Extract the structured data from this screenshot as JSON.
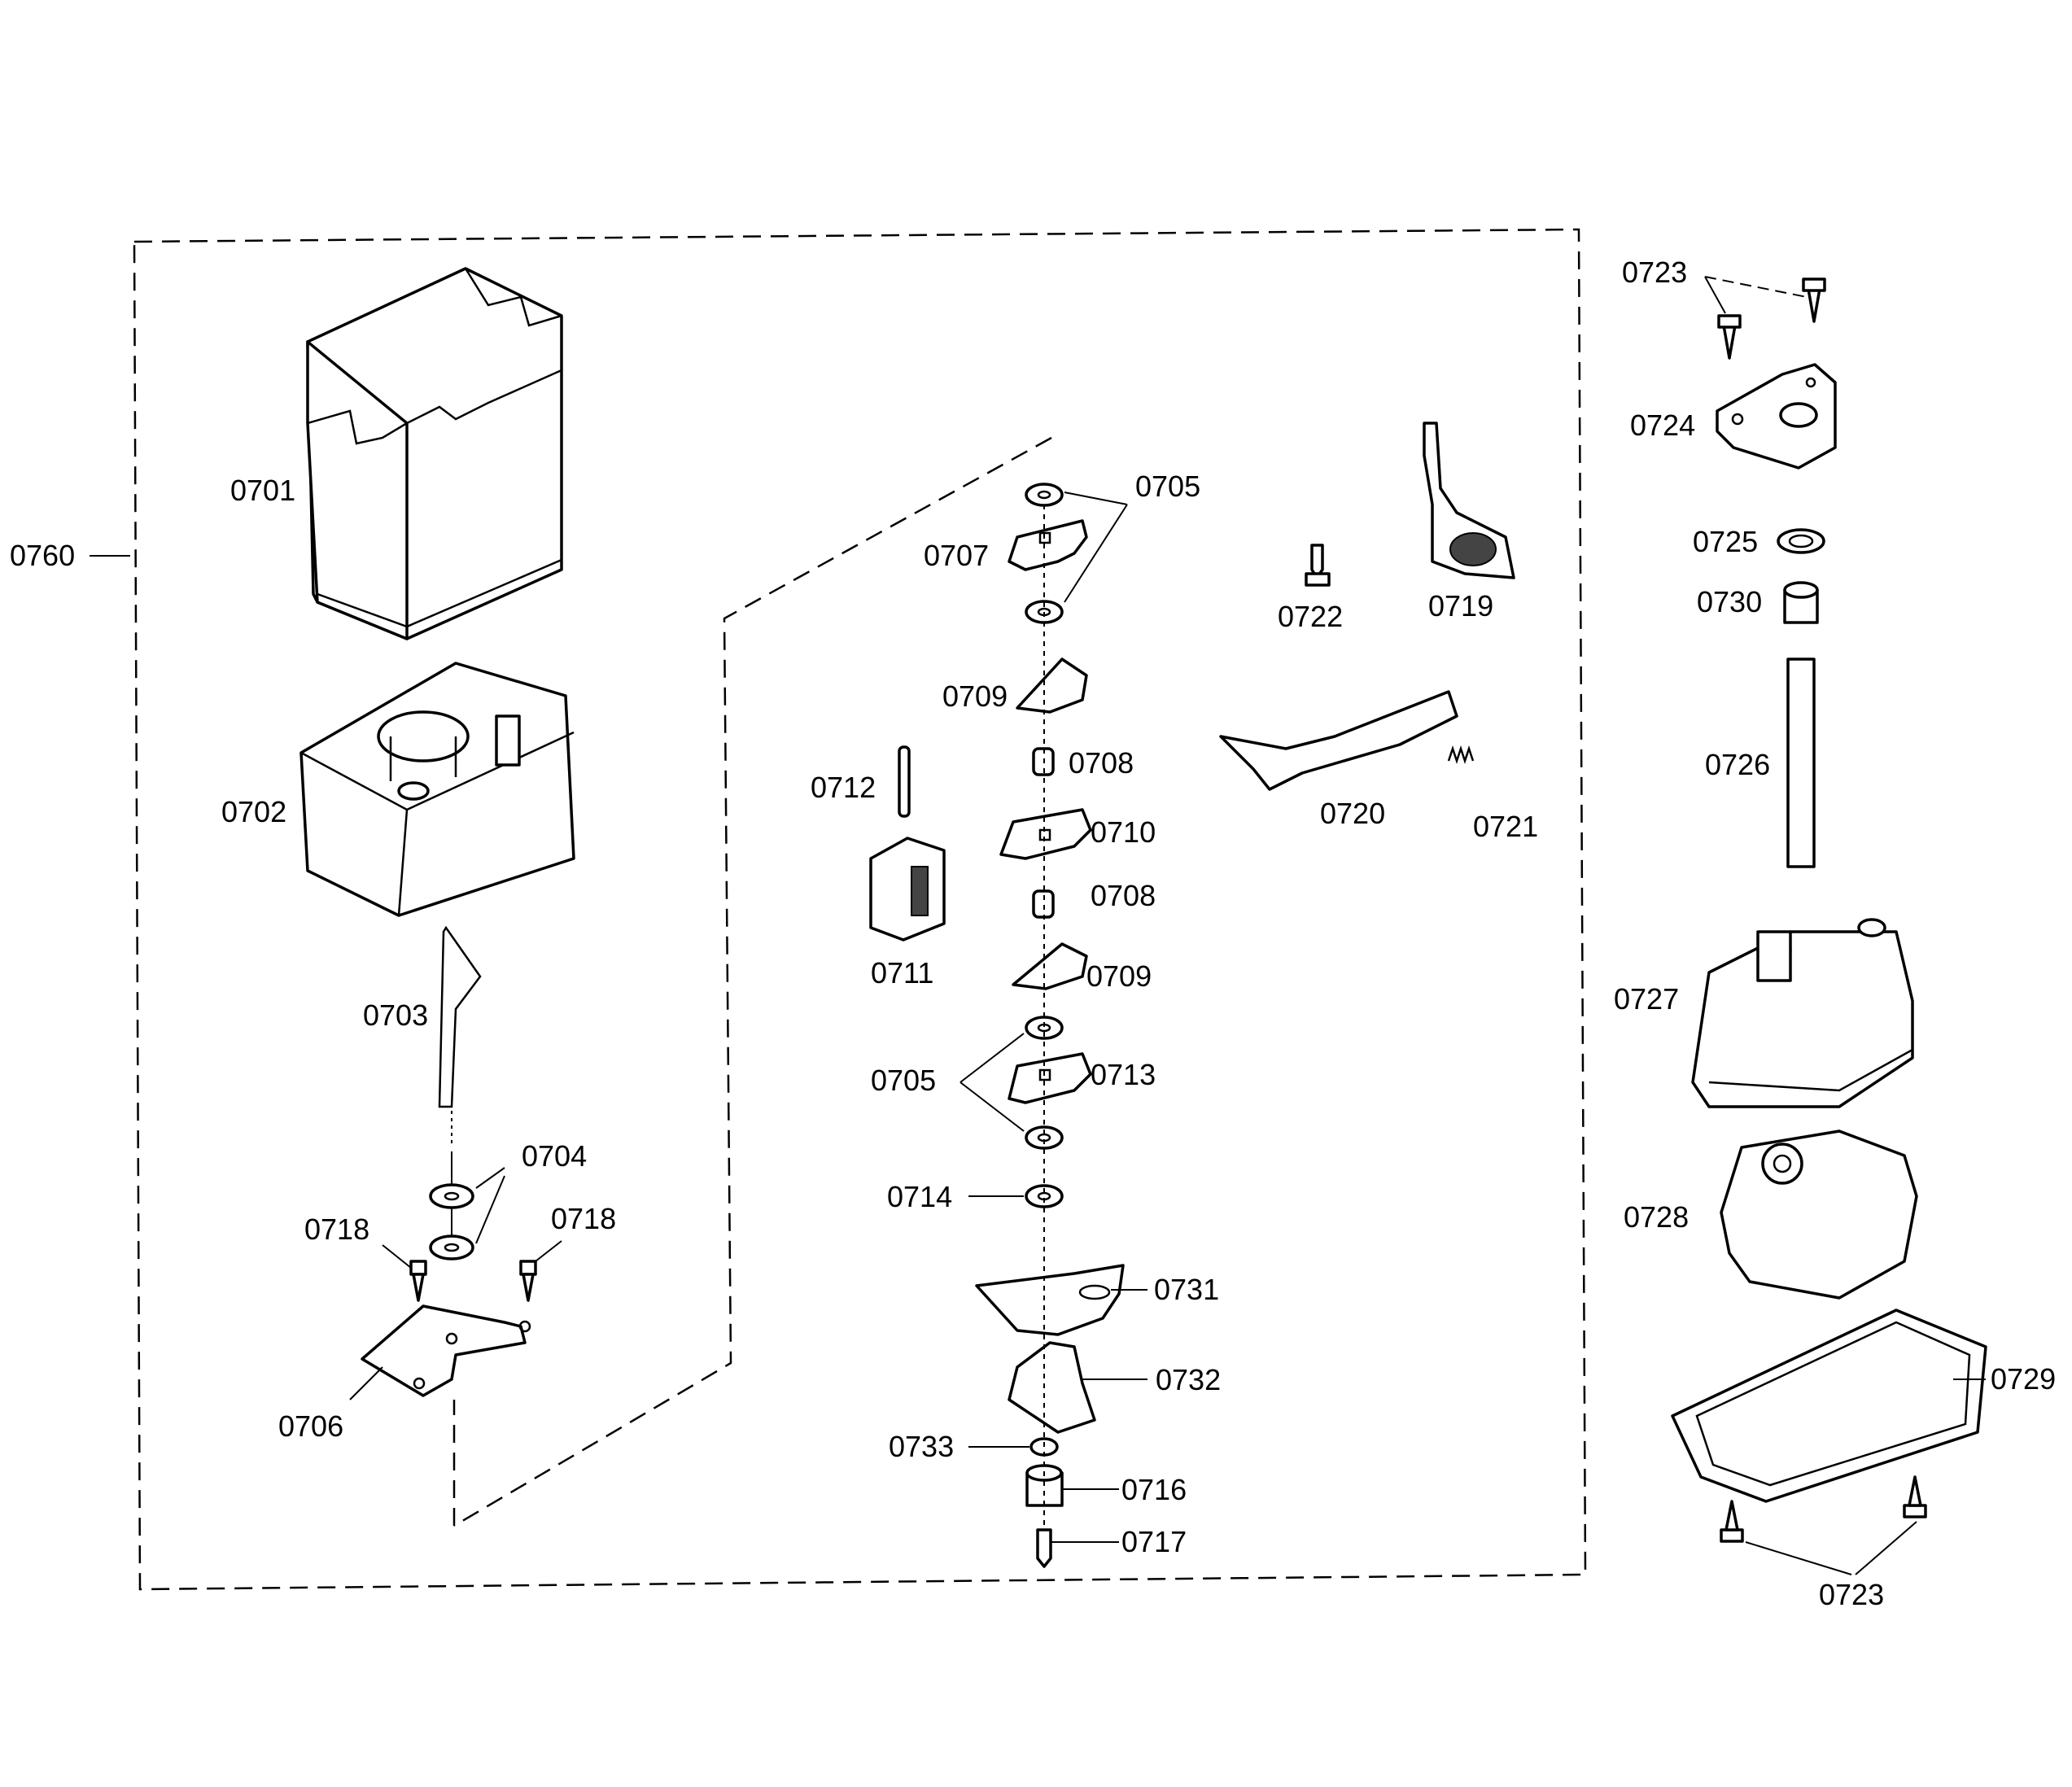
{
  "labels": {
    "p0760": "0760",
    "p0701": "0701",
    "p0702": "0702",
    "p0703": "0703",
    "p0704": "0704",
    "p0718a": "0718",
    "p0718b": "0718",
    "p0706": "0706",
    "p0705a": "0705",
    "p0707": "0707",
    "p0709a": "0709",
    "p0708a": "0708",
    "p0712": "0712",
    "p0710": "0710",
    "p0711": "0711",
    "p0708b": "0708",
    "p0709b": "0709",
    "p0705b": "0705",
    "p0713": "0713",
    "p0714": "0714",
    "p0731": "0731",
    "p0732": "0732",
    "p0733": "0733",
    "p0716": "0716",
    "p0717": "0717",
    "p0722": "0722",
    "p0719": "0719",
    "p0720": "0720",
    "p0721": "0721",
    "p0723a": "0723",
    "p0724": "0724",
    "p0725": "0725",
    "p0730": "0730",
    "p0726": "0726",
    "p0727": "0727",
    "p0728": "0728",
    "p0729": "0729",
    "p0723b": "0723"
  }
}
